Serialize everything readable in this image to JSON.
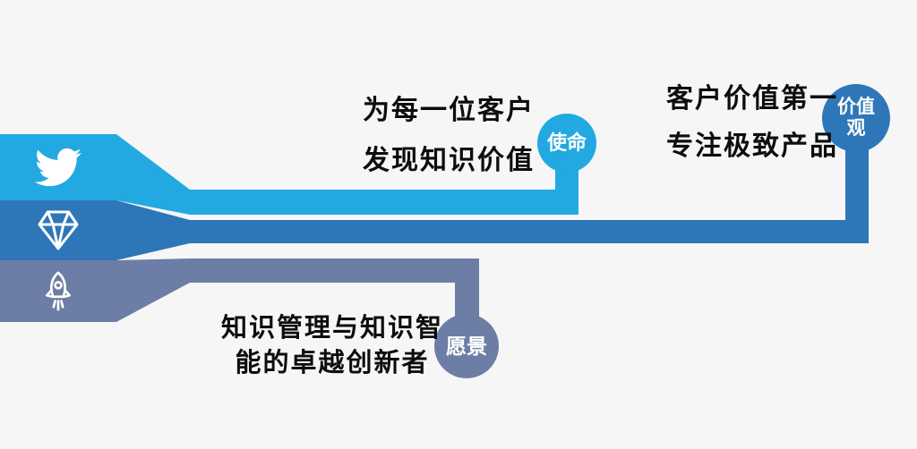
{
  "colors": {
    "background": "#f6f6f6",
    "mission": "#23a9e1",
    "values": "#2d77b8",
    "vision": "#6d7ea6",
    "badge_text": "#ffffff",
    "caption_text": "#0d0d0d"
  },
  "icons": [
    {
      "name": "dove-icon",
      "block": "mission"
    },
    {
      "name": "diamond-icon",
      "block": "values"
    },
    {
      "name": "rocket-icon",
      "block": "vision"
    }
  ],
  "mission": {
    "badge": "使命",
    "line1": "为每一位客户",
    "line2": "发现知识价值"
  },
  "values": {
    "badge_line1": "价值",
    "badge_line2": "观",
    "line1": "客户价值第一",
    "line2": "专注极致产品"
  },
  "vision": {
    "badge": "愿景",
    "line1": "知识管理与知识智",
    "line2": "能的卓越创新者"
  }
}
